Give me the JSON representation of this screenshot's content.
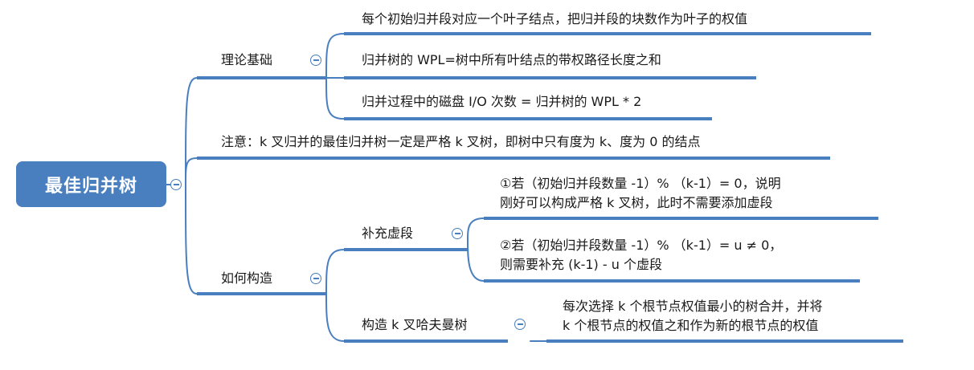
{
  "colors": {
    "accent": "#4A7FBF",
    "text": "#1a1a1a",
    "background": "#ffffff"
  },
  "root": {
    "title": "最佳归并树"
  },
  "branches": {
    "theory": {
      "label": "理论基础",
      "items": [
        "每个初始归并段对应一个叶子结点，把归并段的块数作为叶子的权值",
        "归并树的 WPL=树中所有叶结点的带权路径长度之和",
        "归并过程中的磁盘 I/O 次数 = 归并树的 WPL * 2"
      ]
    },
    "note": {
      "label": "注意：k 叉归并的最佳归并树一定是严格 k 叉树，即树中只有度为 k、度为 0 的结点"
    },
    "construct": {
      "label": "如何构造",
      "supplement": {
        "label": "补充虚段",
        "items": [
          {
            "line1": "①若（初始归并段数量 -1）% （k-1）= 0，说明",
            "line2": "刚好可以构成严格 k 叉树，此时不需要添加虚段"
          },
          {
            "line1": "②若（初始归并段数量 -1）% （k-1）= u ≠ 0，",
            "line2": "则需要补充 (k-1) - u 个虚段"
          }
        ]
      },
      "build": {
        "label": "构造 k 叉哈夫曼树",
        "detail": {
          "line1": "每次选择 k 个根节点权值最小的树合并，并将",
          "line2": "k 个根节点的权值之和作为新的根节点的权值"
        }
      }
    }
  }
}
